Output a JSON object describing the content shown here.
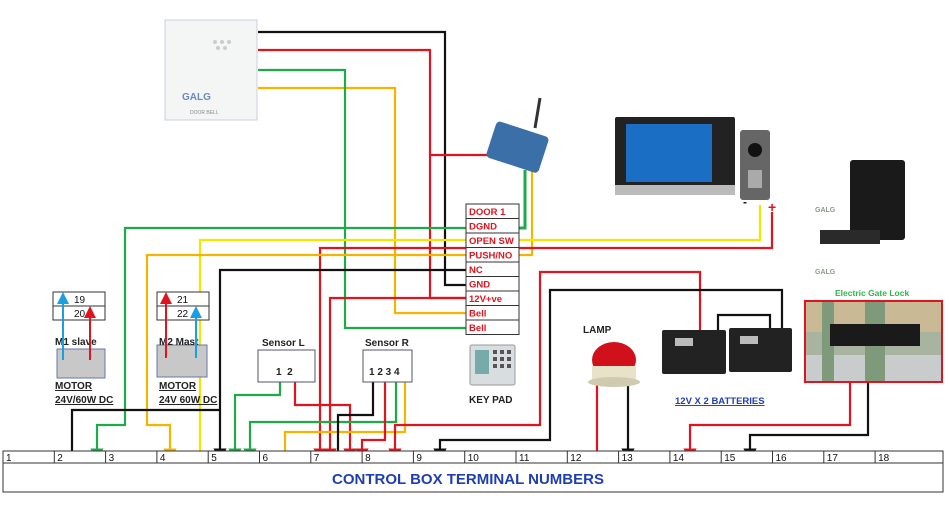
{
  "doorbell": {
    "brand": "GALG",
    "caption": "DOOR BELL"
  },
  "terminal_block": {
    "rows": [
      "DOOR 1",
      "DGND",
      "OPEN SW",
      "PUSH/NO",
      "NC",
      "GND",
      "12V+ve",
      "Bell",
      "Bell"
    ]
  },
  "motors": [
    {
      "terminals": [
        "19",
        "20"
      ],
      "label": "M1 slave",
      "type": "MOTOR",
      "spec": "24V/60W DC"
    },
    {
      "terminals": [
        "21",
        "22"
      ],
      "label": "M2 Mast",
      "type": "MOTOR",
      "spec": "24V 60W DC"
    }
  ],
  "sensor_l": {
    "label": "Sensor L",
    "pins": "1  2"
  },
  "sensor_r": {
    "label": "Sensor R",
    "pins": "1 2 3 4"
  },
  "keypad": {
    "label": "KEY PAD"
  },
  "lamp": {
    "label": "LAMP"
  },
  "batteries": {
    "label": "12V X 2 BATTERIES"
  },
  "camera": {
    "minus": "-",
    "plus": "+"
  },
  "gate_lock": {
    "brand_top": "GALG",
    "brand_bottom": "GALG",
    "label": "Electric Gate Lock"
  },
  "control_box": {
    "terminals": [
      "1",
      "2",
      "3",
      "4",
      "5",
      "6",
      "7",
      "8",
      "9",
      "10",
      "11",
      "12",
      "13",
      "14",
      "15",
      "16",
      "17",
      "18"
    ],
    "title": "CONTROL BOX TERMINAL NUMBERS"
  },
  "colors": {
    "red": "#e0141e",
    "black": "#111111",
    "yellow": "#f2e600",
    "orange": "#f5b400",
    "green": "#1faa4a",
    "blue": "#1aa0e0",
    "title": "#1f3fb0"
  }
}
